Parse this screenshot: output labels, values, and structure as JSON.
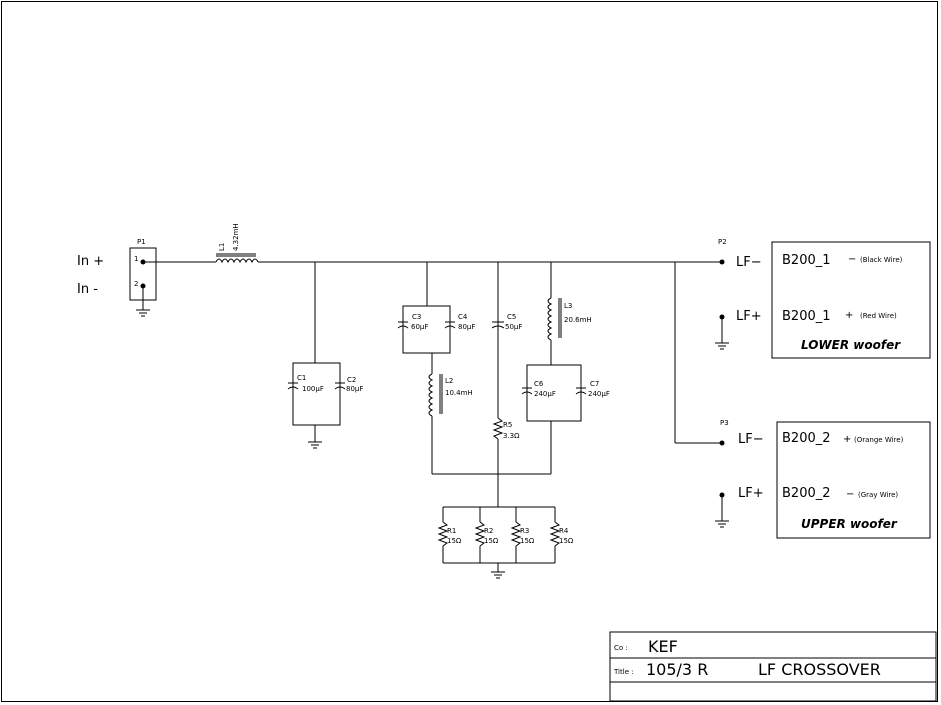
{
  "input": {
    "in_plus": "In +",
    "in_minus": "In -"
  },
  "p1": {
    "ref": "P1",
    "pin1": "1",
    "pin2": "2"
  },
  "l1": {
    "ref": "L1",
    "value": "4.32mH"
  },
  "c1": {
    "ref": "C1",
    "value": "100µF"
  },
  "c2": {
    "ref": "C2",
    "value": "80µF"
  },
  "c3": {
    "ref": "C3",
    "value": "60µF"
  },
  "c4": {
    "ref": "C4",
    "value": "80µF"
  },
  "c5": {
    "ref": "C5",
    "value": "50µF"
  },
  "c6": {
    "ref": "C6",
    "value": "240µF"
  },
  "c7": {
    "ref": "C7",
    "value": "240µF"
  },
  "l2": {
    "ref": "L2",
    "value": "10.4mH"
  },
  "l3": {
    "ref": "L3",
    "value": "20.6mH"
  },
  "r5": {
    "ref": "R5",
    "value": "3.3Ω"
  },
  "r1": {
    "ref": "R1",
    "value": "15Ω"
  },
  "r2": {
    "ref": "R2",
    "value": "15Ω"
  },
  "r3": {
    "ref": "R3",
    "value": "15Ω"
  },
  "r4": {
    "ref": "R4",
    "value": "15Ω"
  },
  "p2": {
    "ref": "P2"
  },
  "p3": {
    "ref": "P3"
  },
  "lower": {
    "lf_minus": "LF−",
    "lf_plus": "LF+",
    "name_1": "B200_1",
    "wire_1_sign": "−",
    "wire_1": "(Black Wire)",
    "name_2": "B200_1",
    "wire_2_sign": "+",
    "wire_2": "(Red Wire)",
    "title": "LOWER woofer"
  },
  "upper": {
    "lf_minus": "LF−",
    "lf_plus": "LF+",
    "name_1": "B200_2",
    "wire_1_sign": "+",
    "wire_1": "(Orange Wire)",
    "name_2": "B200_2",
    "wire_2_sign": "−",
    "wire_2": "(Gray Wire)",
    "title": "UPPER woofer"
  },
  "title_block": {
    "co_label": "Co :",
    "co_value": "KEF",
    "title_label": "Title :",
    "title_value": "105/3 R",
    "subtitle": "LF CROSSOVER"
  }
}
